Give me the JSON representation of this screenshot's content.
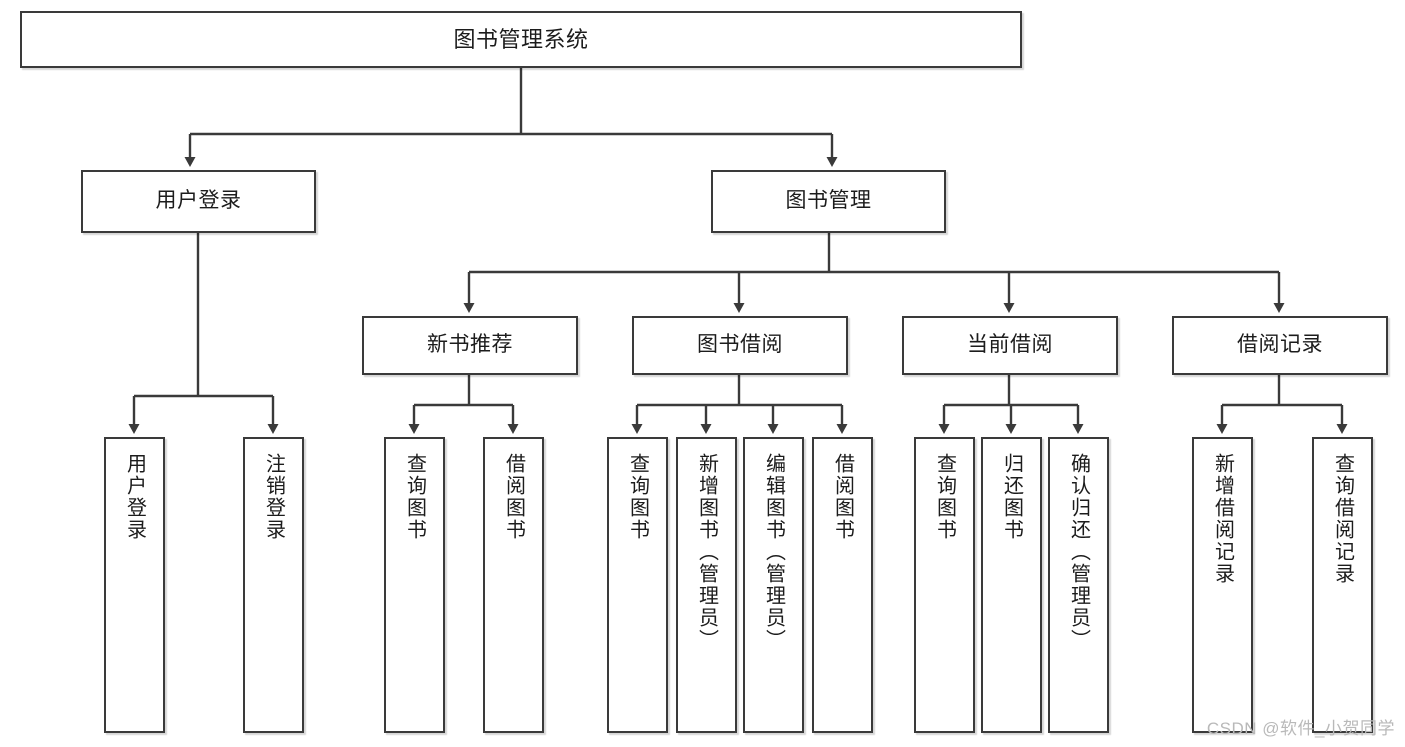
{
  "diagram": {
    "type": "tree-hierarchy-chart",
    "title": "图书管理系统",
    "watermark": "CSDN @软件_小贺同学",
    "colors": {
      "box_border": "#3a3a3a",
      "box_fill": "#ffffff",
      "connector": "#3a3a3a",
      "text": "#1c1c1c",
      "watermark": "#b9b9b9"
    },
    "levels": {
      "root": {
        "label": "图书管理系统"
      },
      "level2": [
        {
          "label": "用户登录"
        },
        {
          "label": "图书管理"
        }
      ],
      "level3": [
        {
          "label": "新书推荐"
        },
        {
          "label": "图书借阅"
        },
        {
          "label": "当前借阅"
        },
        {
          "label": "借阅记录"
        }
      ],
      "leaves": {
        "user_login": [
          {
            "label": "用户登录"
          },
          {
            "label": "注销登录"
          }
        ],
        "new_book_recommend": [
          {
            "label": "查询图书"
          },
          {
            "label": "借阅图书"
          }
        ],
        "book_borrow": [
          {
            "label": "查询图书"
          },
          {
            "label": "新增图书（管理员）"
          },
          {
            "label": "编辑图书（管理员）"
          },
          {
            "label": "借阅图书"
          }
        ],
        "current_borrow": [
          {
            "label": "查询图书"
          },
          {
            "label": "归还图书"
          },
          {
            "label": "确认归还（管理员）"
          }
        ],
        "borrow_record": [
          {
            "label": "新增借阅记录"
          },
          {
            "label": "查询借阅记录"
          }
        ]
      }
    }
  }
}
